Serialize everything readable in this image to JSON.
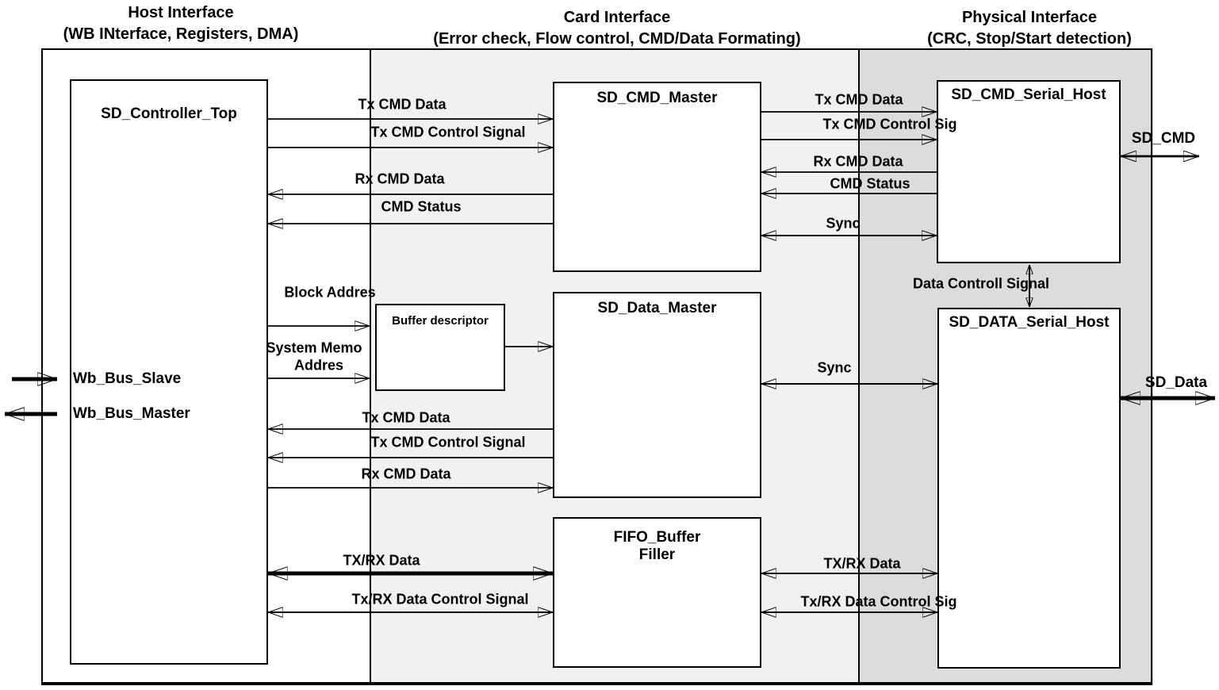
{
  "headers": {
    "host": {
      "title": "Host Interface",
      "subtitle": "(WB INterface, Registers, DMA)"
    },
    "card": {
      "title": "Card Interface",
      "subtitle": "(Error check, Flow control, CMD/Data Formating)"
    },
    "physical": {
      "title": "Physical Interface",
      "subtitle": "(CRC, Stop/Start detection)"
    }
  },
  "blocks": {
    "sd_controller_top": "SD_Controller_Top",
    "buffer_descriptor": "Buffer descriptor",
    "sd_cmd_master": "SD_CMD_Master",
    "sd_data_master": "SD_Data_Master",
    "fifo_buffer_line1": "FIFO_Buffer",
    "fifo_buffer_line2": "Filler",
    "sd_cmd_serial_host": "SD_CMD_Serial_Host",
    "sd_data_serial_host": "SD_DATA_Serial_Host"
  },
  "ports": {
    "wb_bus_slave": {
      "label": "Wb_Bus_Slave",
      "direction": "in"
    },
    "wb_bus_master": {
      "label": "Wb_Bus_Master",
      "direction": "out"
    },
    "sd_cmd": {
      "label": "SD_CMD",
      "direction": "both"
    },
    "sd_data": {
      "label": "SD_Data",
      "direction": "both"
    }
  },
  "signals": {
    "ctl_cmd_tx_data": {
      "label": "Tx CMD Data",
      "from": "SD_Controller_Top",
      "to": "SD_CMD_Master",
      "direction": "right"
    },
    "ctl_cmd_tx_ctrl": {
      "label": "Tx CMD Control Signal",
      "from": "SD_Controller_Top",
      "to": "SD_CMD_Master",
      "direction": "right"
    },
    "ctl_cmd_rx_data": {
      "label": "Rx CMD Data",
      "from": "SD_CMD_Master",
      "to": "SD_Controller_Top",
      "direction": "left"
    },
    "ctl_cmd_status": {
      "label": "CMD Status",
      "from": "SD_CMD_Master",
      "to": "SD_Controller_Top",
      "direction": "left"
    },
    "block_addres": {
      "label": "Block Addres",
      "from": "SD_Controller_Top",
      "to": "Card Interface",
      "direction": "right"
    },
    "sys_memo_line1": {
      "label": "System Memo"
    },
    "sys_memo_line2": {
      "label": "Addres"
    },
    "data_tx_data": {
      "label": "Tx CMD Data",
      "from": "SD_Data_Master",
      "to": "SD_Controller_Top",
      "direction": "left"
    },
    "data_tx_ctrl": {
      "label": "Tx CMD Control Signal",
      "from": "SD_Data_Master",
      "to": "SD_Controller_Top",
      "direction": "left"
    },
    "data_rx_data": {
      "label": "Rx CMD Data",
      "from": "SD_Controller_Top",
      "to": "SD_Data_Master",
      "direction": "right"
    },
    "fifo_txrx_l": {
      "label": "TX/RX Data",
      "from": "SD_Controller_Top",
      "to": "FIFO_Buffer Filler",
      "direction": "both"
    },
    "fifo_ctrl_l": {
      "label": "Tx/RX Data Control Signal",
      "from": "SD_Controller_Top",
      "to": "FIFO_Buffer Filler",
      "direction": "both"
    },
    "cmd_tx_data_r": {
      "label": "Tx CMD Data",
      "from": "SD_CMD_Master",
      "to": "SD_CMD_Serial_Host",
      "direction": "right"
    },
    "cmd_tx_ctrl_r": {
      "label": "Tx CMD Control Sig",
      "from": "SD_CMD_Master",
      "to": "SD_CMD_Serial_Host",
      "direction": "right"
    },
    "cmd_rx_data_r": {
      "label": "Rx CMD Data",
      "from": "SD_CMD_Serial_Host",
      "to": "SD_CMD_Master",
      "direction": "left"
    },
    "cmd_status_r": {
      "label": "CMD Status",
      "from": "SD_CMD_Serial_Host",
      "to": "SD_CMD_Master",
      "direction": "left"
    },
    "cmd_sync": {
      "label": "Sync",
      "from": "SD_CMD_Master",
      "to": "SD_CMD_Serial_Host",
      "direction": "both"
    },
    "data_ctrl_signal": {
      "label": "Data Controll Signal",
      "from": "SD_CMD_Serial_Host",
      "to": "SD_DATA_Serial_Host",
      "direction": "both"
    },
    "data_sync": {
      "label": "Sync",
      "from": "SD_Data_Master",
      "to": "SD_DATA_Serial_Host",
      "direction": "both"
    },
    "fifo_txrx_r": {
      "label": "TX/RX Data",
      "from": "FIFO_Buffer Filler",
      "to": "SD_DATA_Serial_Host",
      "direction": "both"
    },
    "fifo_ctrl_r": {
      "label": "Tx/RX Data Control Sig",
      "from": "FIFO_Buffer Filler",
      "to": "SD_DATA_Serial_Host",
      "direction": "both"
    }
  },
  "colors": {
    "card_region_bg": "#f1f1f1",
    "physical_region_bg": "#dcdcdc",
    "block_bg": "#ffffff",
    "line": "#000000"
  }
}
